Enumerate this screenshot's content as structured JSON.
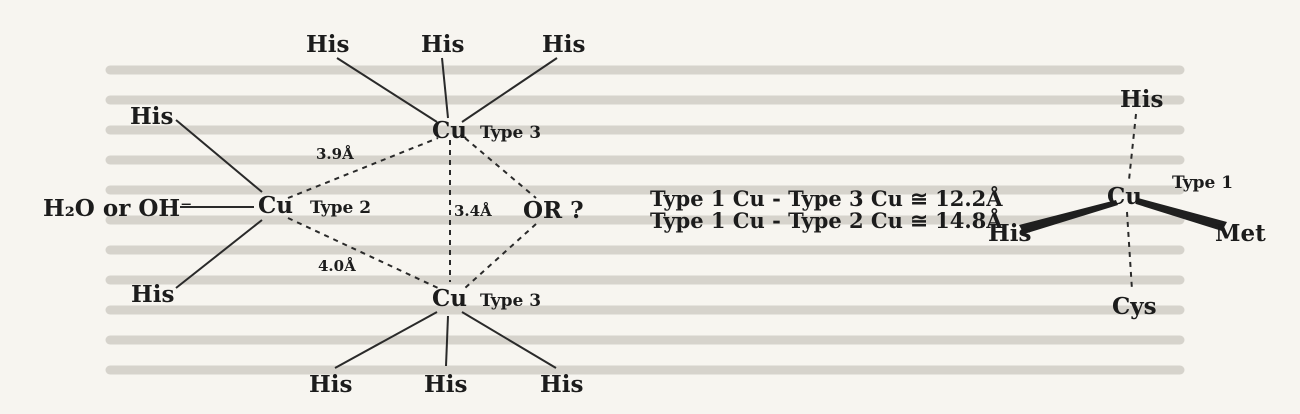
{
  "trinuclear_site": {
    "his_top": "His",
    "his_left_upper": "His",
    "his_left_lower": "His",
    "his_bottom": "His",
    "cu_label": "Cu",
    "type2_label": "Type 2",
    "type3_label": "Type 3",
    "water_label": "H₂O or OH⁻",
    "or_label": "OR ?",
    "dist_cu3_cu2_top": "3.9Å",
    "dist_cu3_cu3": "3.4Å",
    "dist_cu3_cu2_bottom": "4.0Å"
  },
  "distances_note": {
    "line1": "Type 1 Cu - Type 3 Cu ≅ 12.2Å",
    "line2": "Type 1 Cu - Type 2 Cu ≅ 14.8Å"
  },
  "type1_site": {
    "his_label": "His",
    "met_label": "Met",
    "cys_label": "Cys",
    "cu_label": "Cu",
    "type1_label": "Type 1"
  }
}
